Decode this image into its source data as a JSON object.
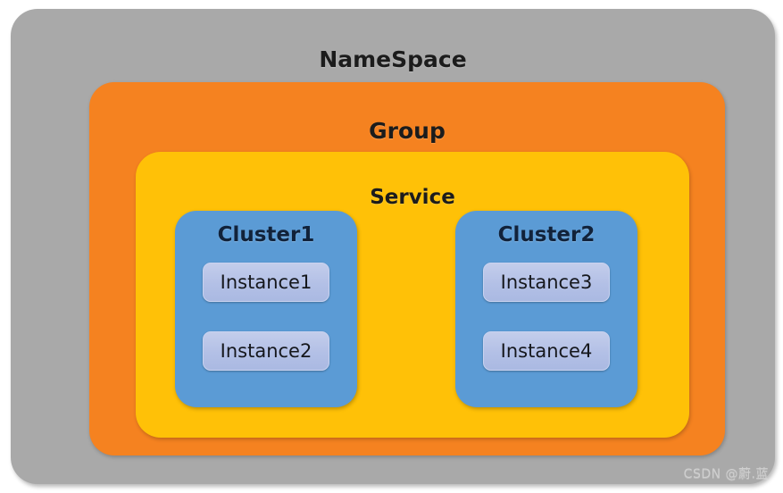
{
  "diagram": {
    "type": "nested-containment",
    "namespace": {
      "label": "NameSpace",
      "color": "#a9a9a9",
      "group": {
        "label": "Group",
        "color": "#f58220",
        "service": {
          "label": "Service",
          "color": "#ffc107",
          "clusters": [
            {
              "label": "Cluster1",
              "color": "#5b9bd5",
              "instances": [
                {
                  "label": "Instance1",
                  "color": "#b3c0e6"
                },
                {
                  "label": "Instance2",
                  "color": "#b3c0e6"
                }
              ]
            },
            {
              "label": "Cluster2",
              "color": "#5b9bd5",
              "instances": [
                {
                  "label": "Instance3",
                  "color": "#b3c0e6"
                },
                {
                  "label": "Instance4",
                  "color": "#b3c0e6"
                }
              ]
            }
          ]
        }
      }
    }
  },
  "watermark": {
    "text": "CSDN @蔚.蓝"
  }
}
